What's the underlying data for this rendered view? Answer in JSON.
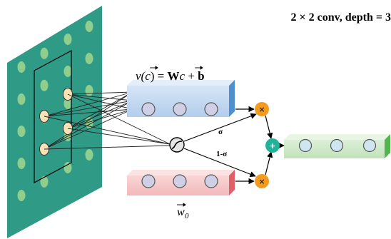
{
  "title": "2 × 2 conv, depth = 3",
  "formula": {
    "lhs": "v(",
    "c_var": "c",
    "mid": ") = ",
    "weight": "W",
    "c_var2": "c",
    "plus": " + ",
    "bias": "b"
  },
  "gates": {
    "sigma": "σ",
    "one_minus_sigma": "1-σ"
  },
  "operators": {
    "multiply": "×",
    "add": "+"
  },
  "w0_label": {
    "base": "w",
    "sub": "0"
  },
  "colors": {
    "plate": "#2f9a86",
    "plate_dot": "#8fce8c",
    "sel_dot": "#f9e3b6",
    "blue_box": "#bfd7f1",
    "blue_end": "#4e8fd0",
    "red_box": "#f6c7c8",
    "red_end": "#e0606a",
    "green_box": "#cfe9c9",
    "green_end": "#52b64c",
    "orange_op": "#f49b1e",
    "teal_op": "#20b39a",
    "neuron": "#cfcfe6"
  }
}
